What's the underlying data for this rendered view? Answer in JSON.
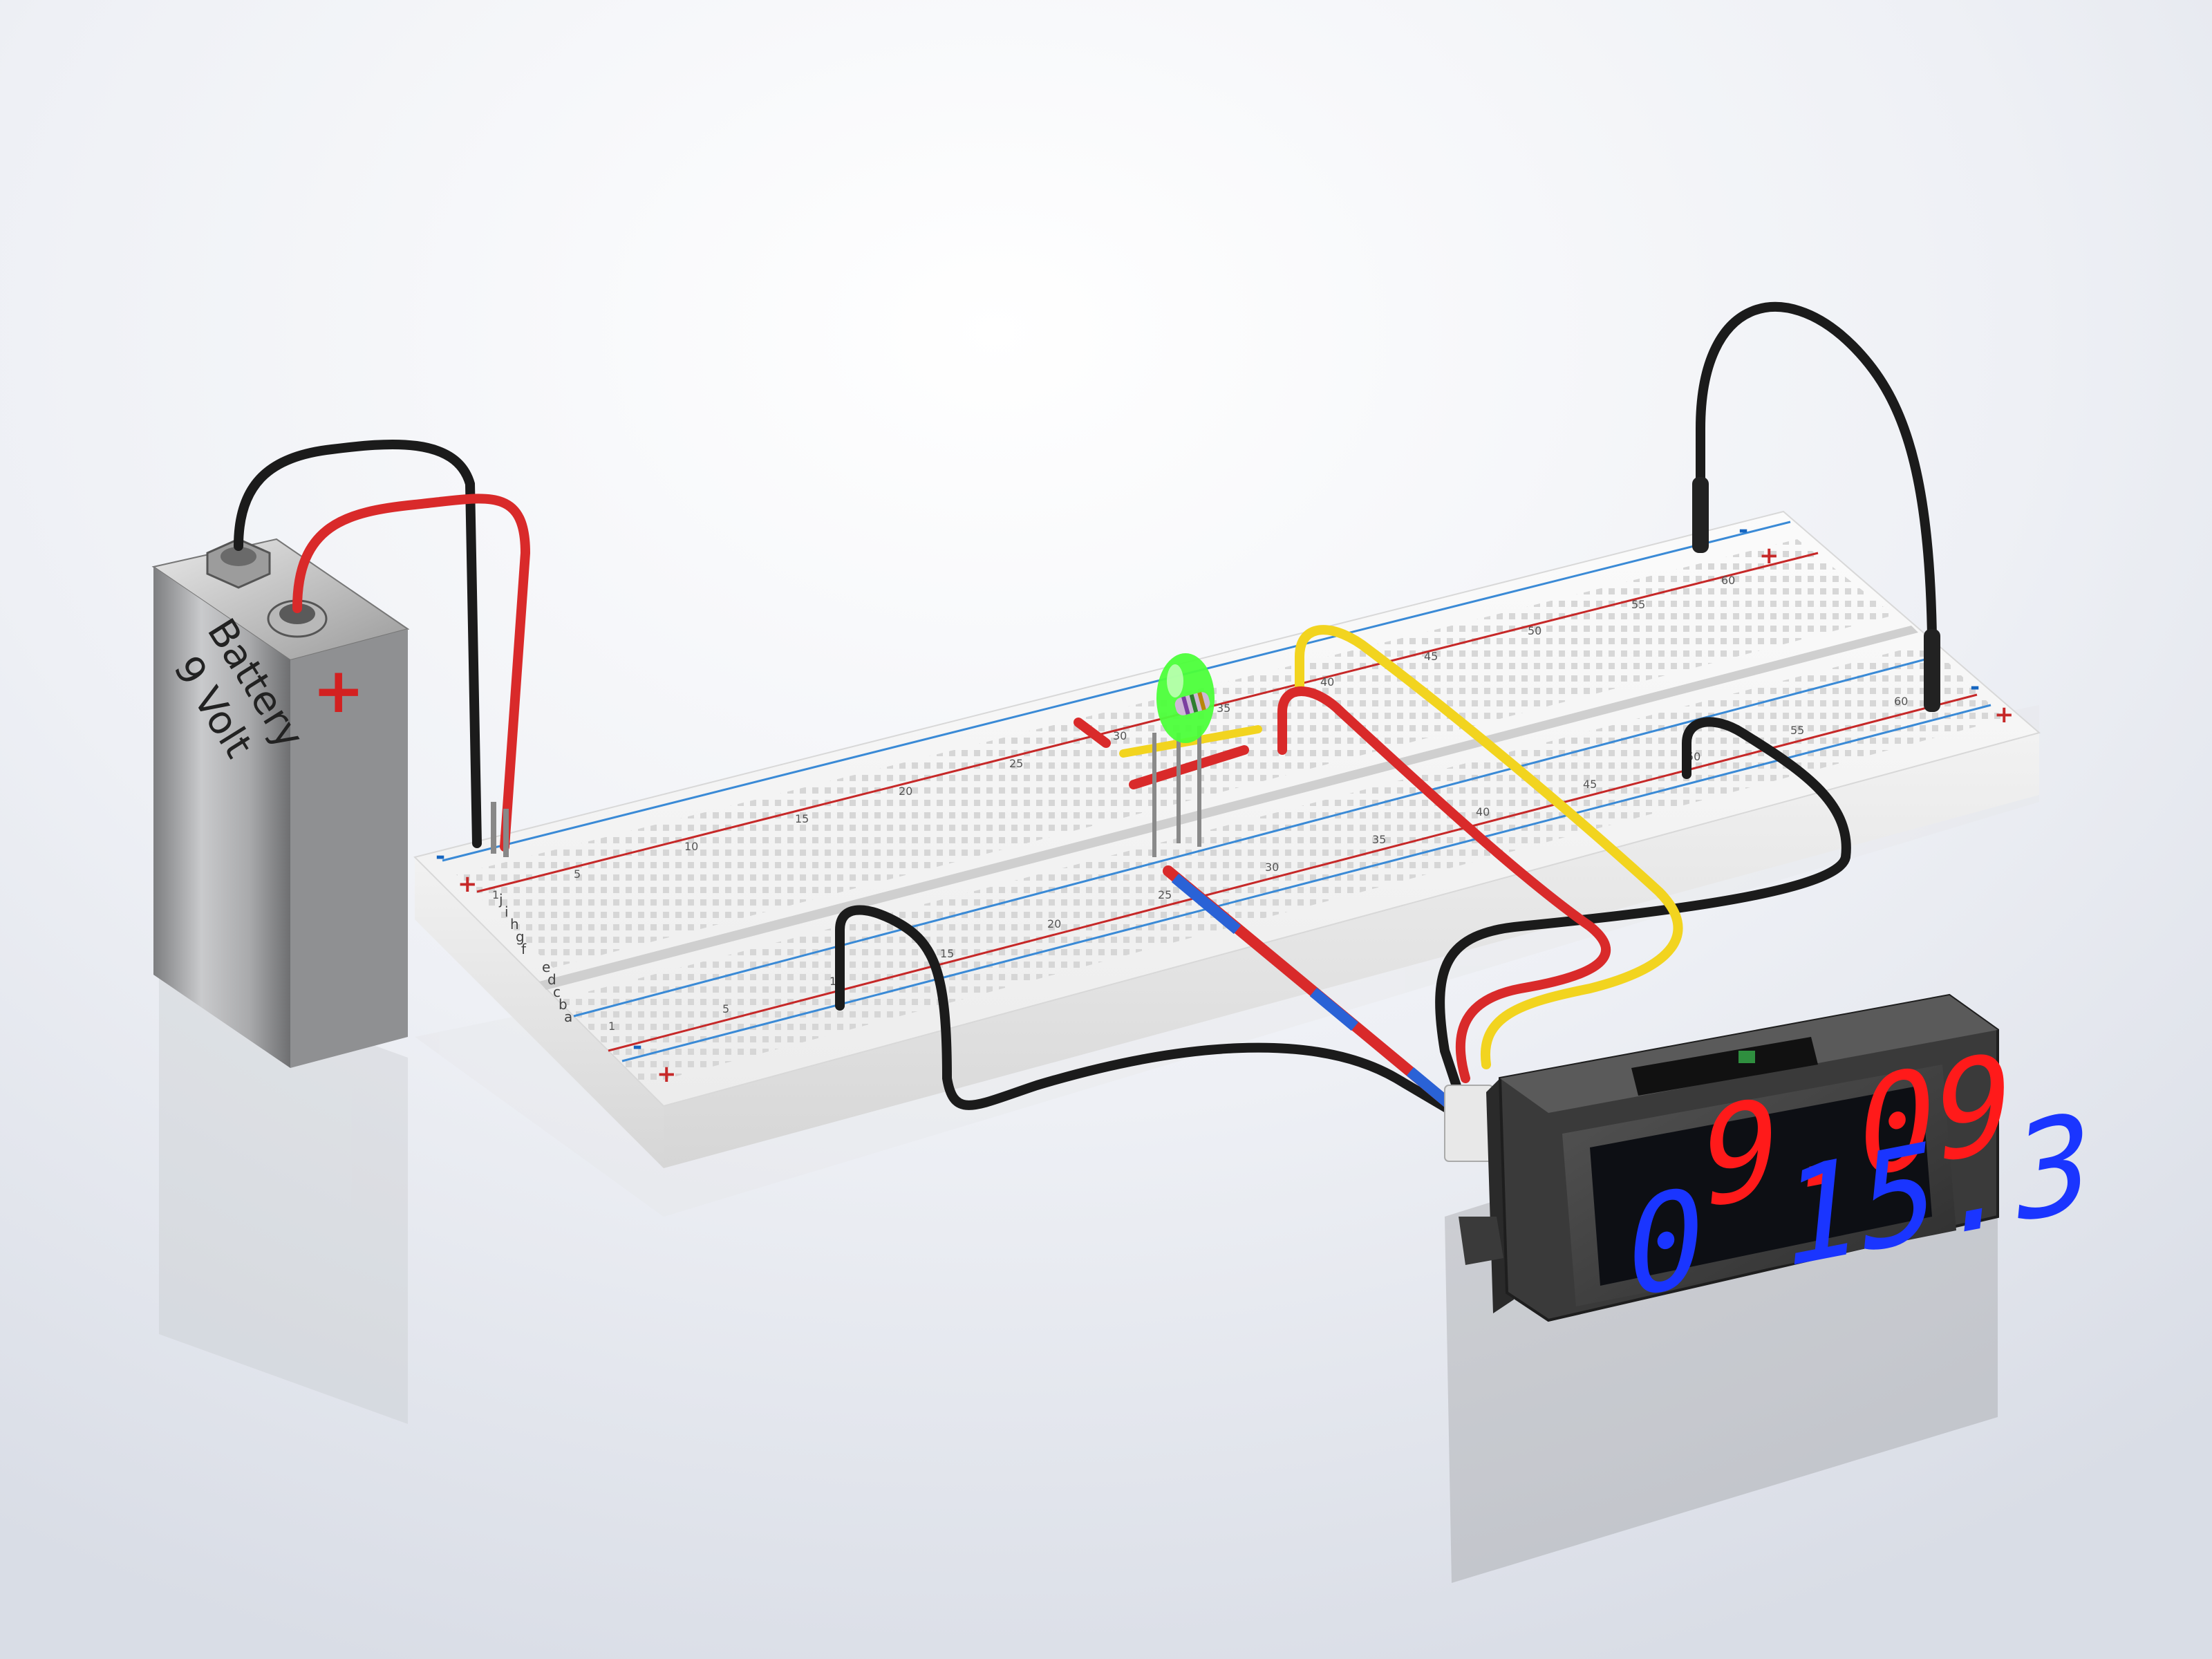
{
  "battery": {
    "label_line1": "9 Volt",
    "label_line2": "Battery",
    "polarity_plus": "+"
  },
  "breadboard": {
    "rail_minus": "-",
    "rail_plus": "+",
    "column_numbers_front": [
      "1",
      "5",
      "10",
      "15",
      "20",
      "25",
      "30",
      "35",
      "40",
      "45",
      "50",
      "55",
      "60"
    ],
    "column_numbers_back": [
      "5",
      "10",
      "15",
      "20",
      "25",
      "30",
      "35",
      "40",
      "45",
      "50",
      "55",
      "60"
    ],
    "row_letters_front": [
      "a",
      "b",
      "c",
      "d",
      "e"
    ],
    "row_letters_back": [
      "f",
      "g",
      "h",
      "i",
      "j"
    ]
  },
  "meter": {
    "top_reading": "9.09",
    "bottom_reading": "0 15.3"
  },
  "colors": {
    "background": "#e9ecf2",
    "wire_red": "#d92a2a",
    "wire_black": "#1b1b1b",
    "wire_yellow": "#f2d41f",
    "wire_blue": "#2a62d6",
    "led_green": "#4cff3a",
    "display_red": "#ff1a1a",
    "display_blue": "#1a35ff"
  }
}
